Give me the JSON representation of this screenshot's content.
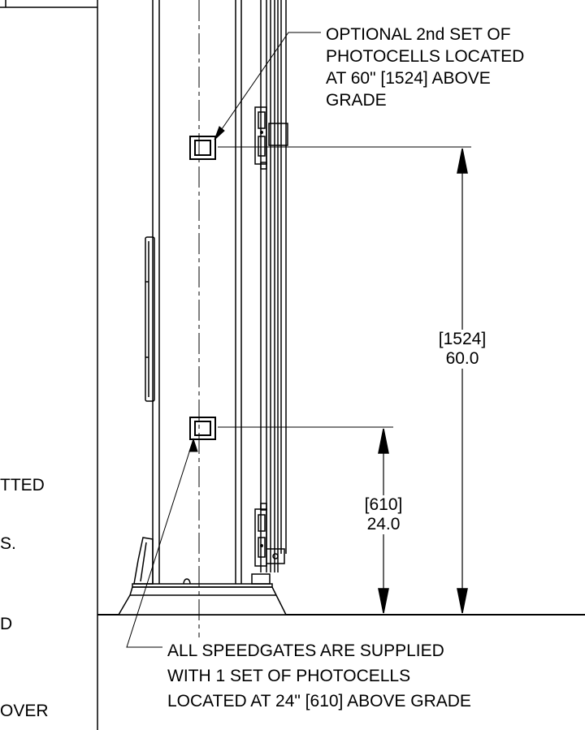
{
  "callouts": {
    "optional": {
      "lines": [
        "OPTIONAL 2nd SET OF",
        "PHOTOCELLS LOCATED",
        "AT 60\" [1524] ABOVE",
        "GRADE"
      ]
    },
    "standard": {
      "lines": [
        "ALL SPEEDGATES ARE SUPPLIED",
        "WITH 1 SET OF PHOTOCELLS",
        "LOCATED AT 24\" [610] ABOVE GRADE"
      ]
    }
  },
  "dimensions": {
    "upper": {
      "metric": "[1524]",
      "imperial": "60.0"
    },
    "lower": {
      "metric": "[610]",
      "imperial": "24.0"
    }
  },
  "left_fragments": [
    "TTED",
    "S.",
    "D",
    "OVER"
  ]
}
